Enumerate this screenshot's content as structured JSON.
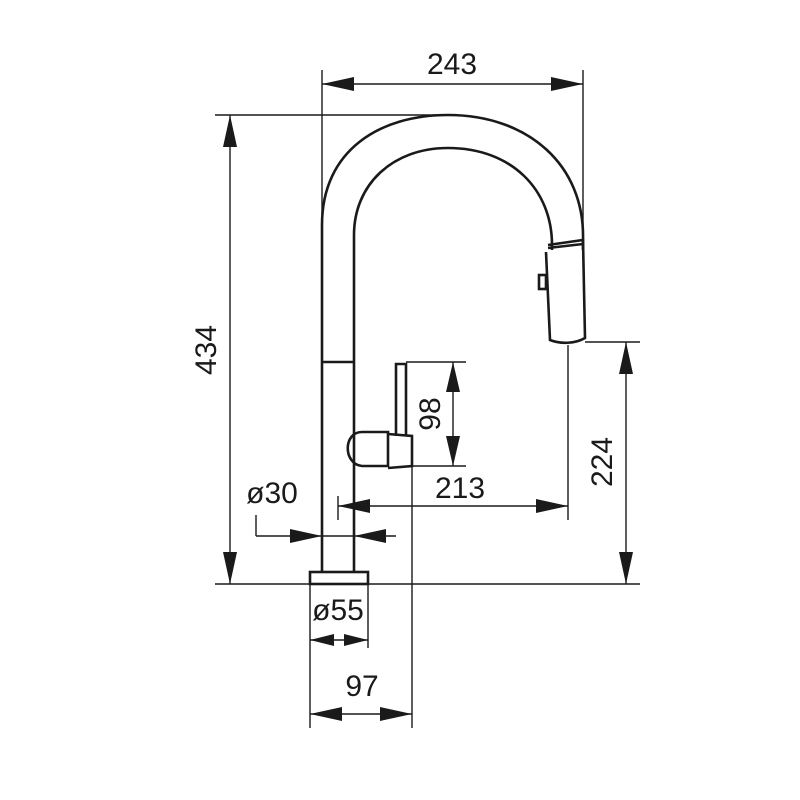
{
  "drawing": {
    "subject": "faucet",
    "dimensions": {
      "width_total": "243",
      "height_total": "434",
      "spout_height": "224",
      "lever_height": "98",
      "reach": "213",
      "body_diameter": "ø30",
      "base_diameter": "ø55",
      "base_to_lever": "97"
    },
    "colors": {
      "line": "#1a1a1a",
      "background": "#ffffff"
    }
  }
}
